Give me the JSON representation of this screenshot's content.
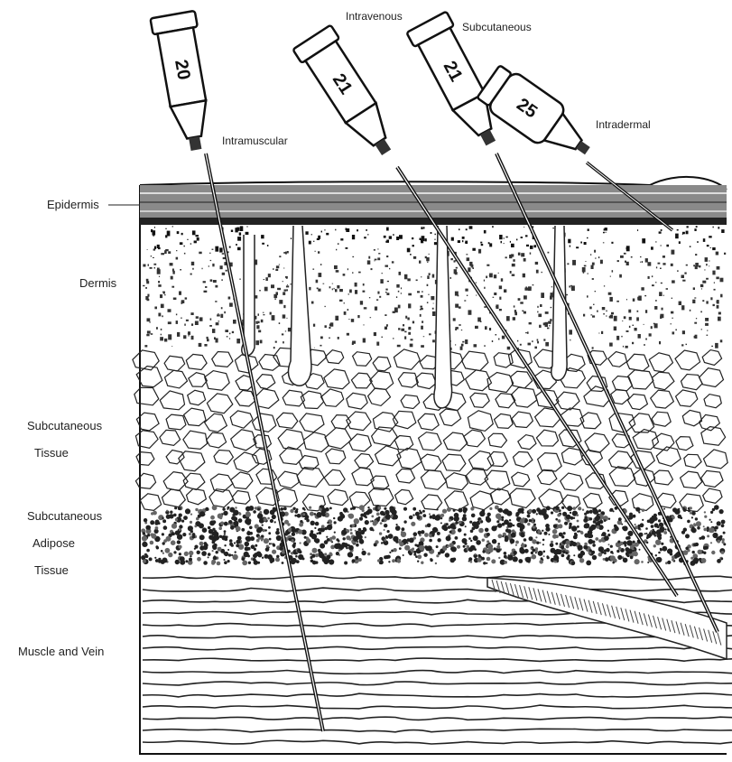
{
  "layer_labels": {
    "epidermis": "Epidermis",
    "dermis": "Dermis",
    "subcutaneous_tissue_1": "Subcutaneous",
    "subcutaneous_tissue_2": "Tissue",
    "adipose_1": "Subcutaneous",
    "adipose_2": "Adipose",
    "adipose_3": "Tissue",
    "muscle_vein": "Muscle and Vein"
  },
  "injection_labels": {
    "intramuscular": "Intramuscular",
    "intravenous": "Intravenous",
    "subcutaneous": "Subcutaneous",
    "intradermal": "Intradermal"
  },
  "needle_gauges": {
    "intramuscular": "20",
    "intravenous": "21",
    "subcutaneous": "21",
    "intradermal": "25"
  },
  "colors": {
    "ink": "#111111",
    "paper": "#ffffff"
  }
}
